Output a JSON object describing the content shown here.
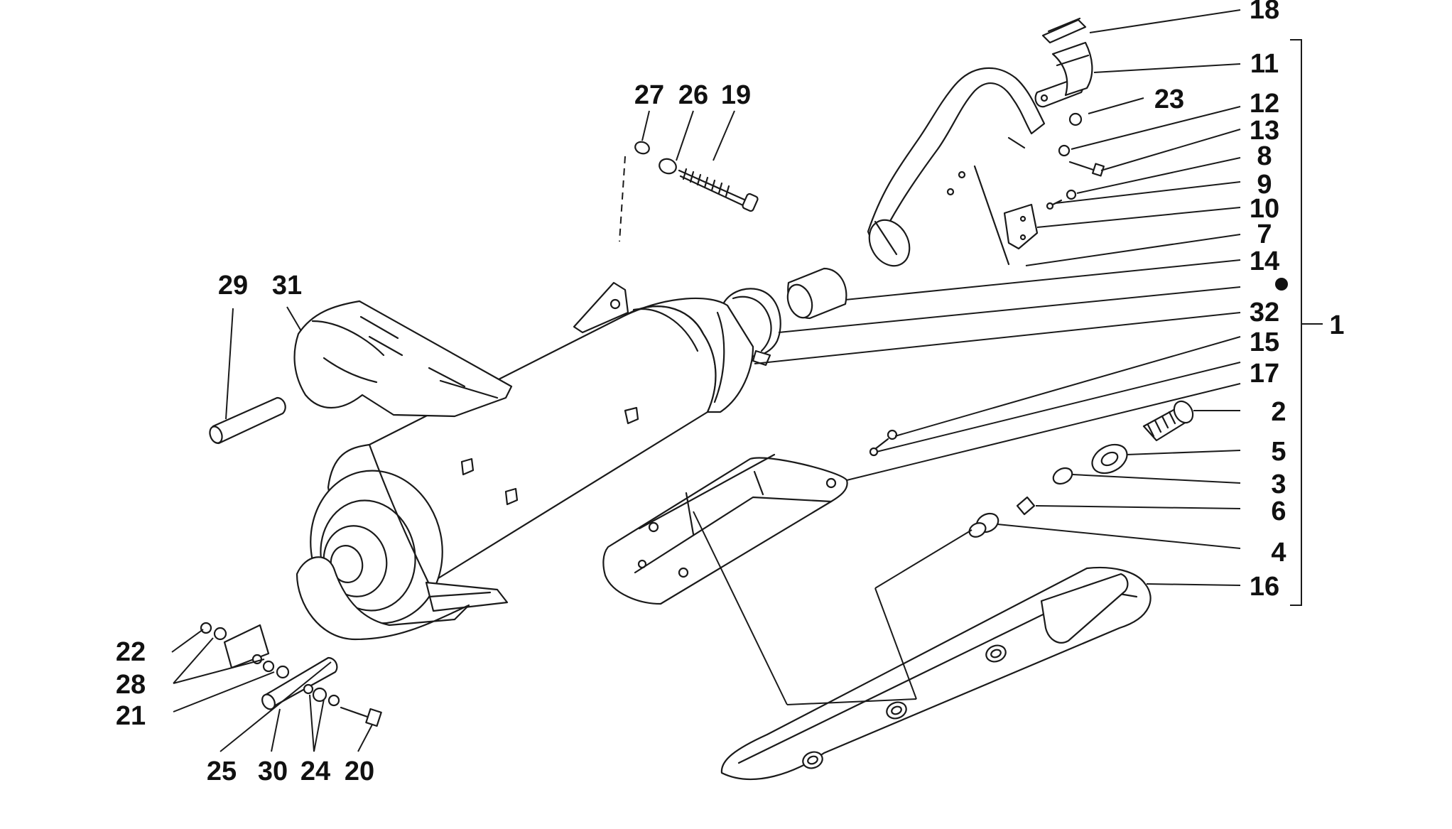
{
  "callouts": [
    {
      "id": "1",
      "label": "1"
    },
    {
      "id": "2",
      "label": "2"
    },
    {
      "id": "3",
      "label": "3"
    },
    {
      "id": "4",
      "label": "4"
    },
    {
      "id": "5",
      "label": "5"
    },
    {
      "id": "6",
      "label": "6"
    },
    {
      "id": "7",
      "label": "7"
    },
    {
      "id": "8",
      "label": "8"
    },
    {
      "id": "9",
      "label": "9"
    },
    {
      "id": "10",
      "label": "10"
    },
    {
      "id": "11",
      "label": "11"
    },
    {
      "id": "12",
      "label": "12"
    },
    {
      "id": "13",
      "label": "13"
    },
    {
      "id": "14",
      "label": "14"
    },
    {
      "id": "15",
      "label": "15"
    },
    {
      "id": "16",
      "label": "16"
    },
    {
      "id": "17",
      "label": "17"
    },
    {
      "id": "18",
      "label": "18"
    },
    {
      "id": "19",
      "label": "19"
    },
    {
      "id": "20",
      "label": "20"
    },
    {
      "id": "21",
      "label": "21"
    },
    {
      "id": "22",
      "label": "22"
    },
    {
      "id": "23",
      "label": "23"
    },
    {
      "id": "24",
      "label": "24"
    },
    {
      "id": "25",
      "label": "25"
    },
    {
      "id": "26",
      "label": "26"
    },
    {
      "id": "27",
      "label": "27"
    },
    {
      "id": "28",
      "label": "28"
    },
    {
      "id": "29",
      "label": "29"
    },
    {
      "id": "30",
      "label": "30"
    },
    {
      "id": "31",
      "label": "31"
    },
    {
      "id": "32",
      "label": "32"
    }
  ],
  "colors": {
    "ink": "#1a1a1a",
    "background": "#ffffff"
  }
}
